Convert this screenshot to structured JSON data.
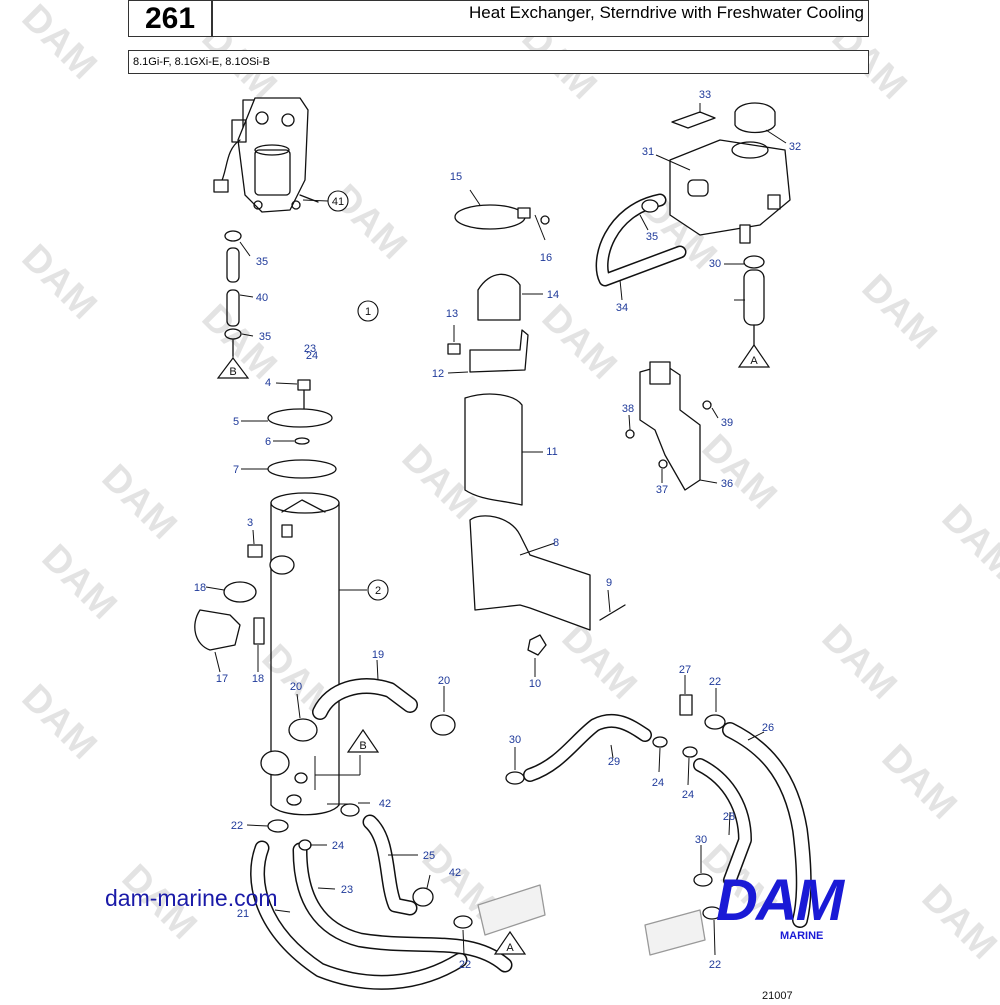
{
  "header": {
    "page_number": "261",
    "title": "Heat Exchanger, Sterndrive with Freshwater Cooling",
    "models": "8.1Gi-F, 8.1GXi-E, 8.1OSi-B"
  },
  "footer": {
    "website": "dam-marine.com",
    "logo_text": "DAM",
    "logo_subtext": "MARINE",
    "drawing_number": "21007"
  },
  "watermark_text": "DAM",
  "colors": {
    "callout": "#1f3a9a",
    "logo": "#1a1ad6",
    "line": "#111111",
    "watermark": "#e3e3e3"
  },
  "callouts": [
    "1",
    "2",
    "3",
    "4",
    "5",
    "6",
    "7",
    "8",
    "9",
    "10",
    "11",
    "12",
    "13",
    "14",
    "15",
    "16",
    "17",
    "18",
    "18",
    "19",
    "20",
    "20",
    "21",
    "22",
    "22",
    "22",
    "22",
    "23",
    "23",
    "24",
    "24",
    "24",
    "24",
    "25",
    "26",
    "27",
    "28",
    "29",
    "30",
    "30",
    "30",
    "31",
    "32",
    "33",
    "34",
    "35",
    "35",
    "35",
    "36",
    "37",
    "38",
    "39",
    "40",
    "41",
    "42",
    "42"
  ],
  "reference_labels": [
    "A",
    "A",
    "B",
    "B"
  ]
}
